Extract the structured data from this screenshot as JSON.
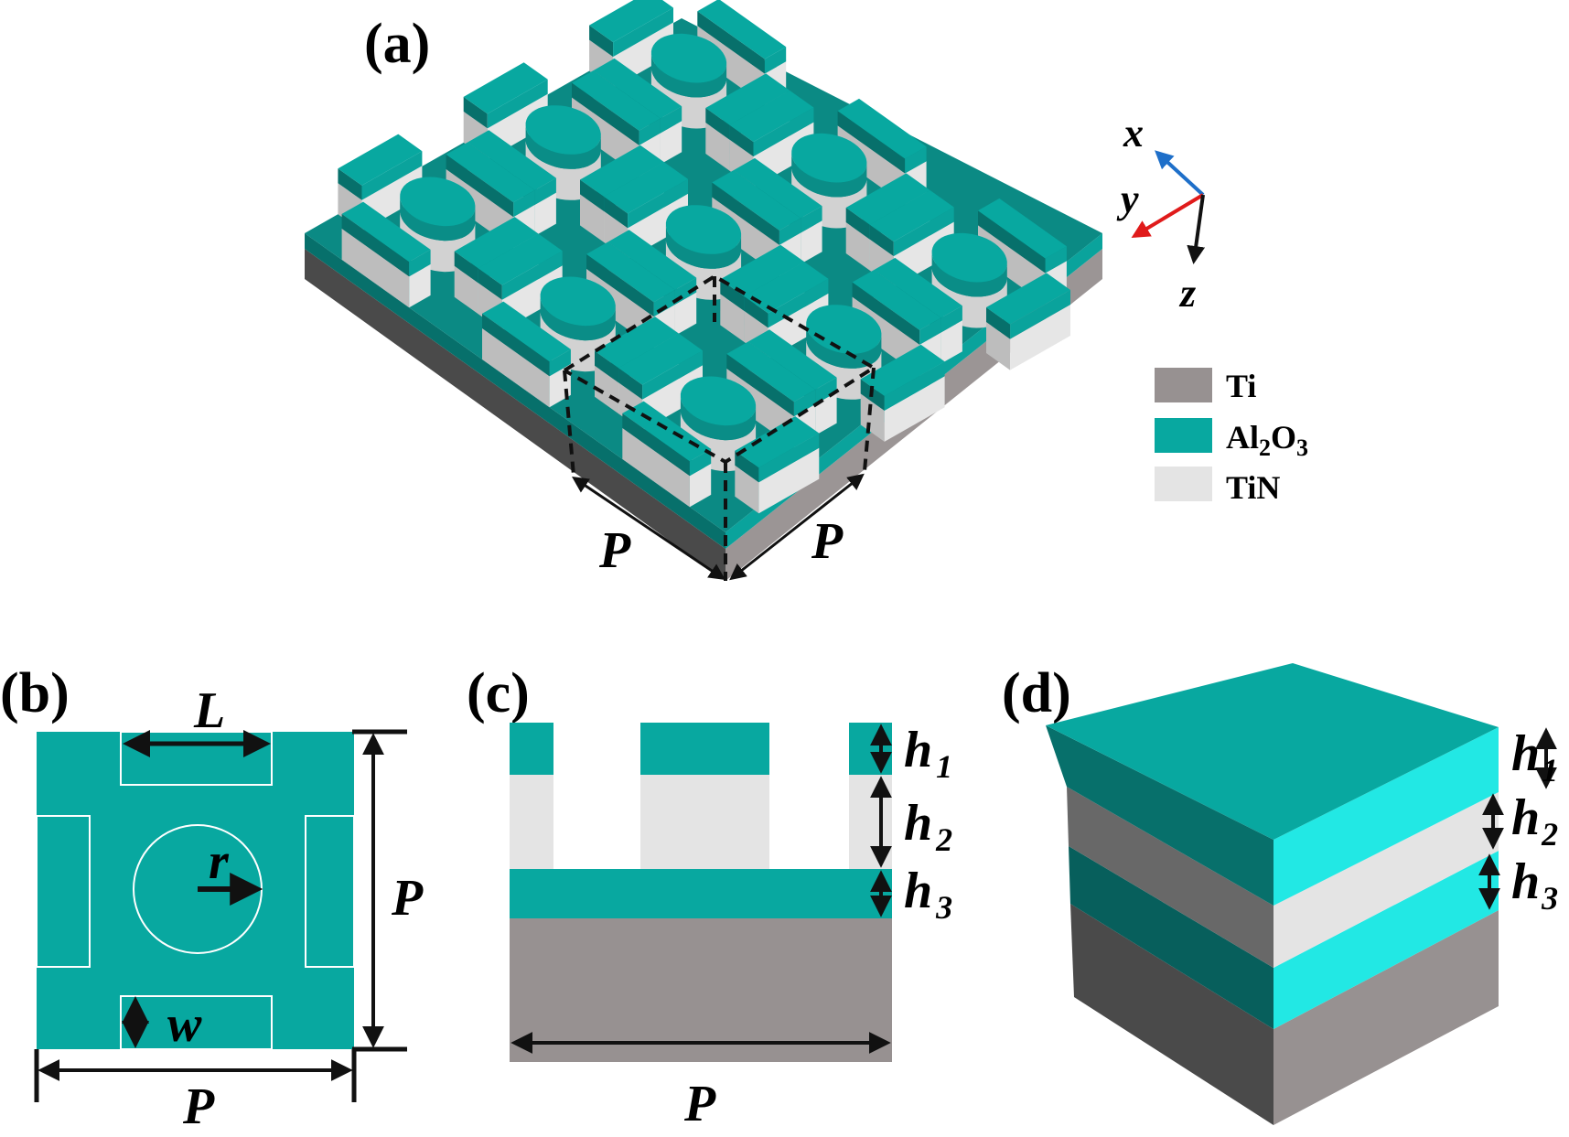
{
  "colors": {
    "al2o3": "#08a8a0",
    "al2o3_top": "#0b8a84",
    "al2o3_side": "#07706b",
    "al2o3_bright": "#22e8e4",
    "al2o3_dark": "#075f5c",
    "tin": "#e4e4e4",
    "tin_shade": "#bdbdbd",
    "ti": "#979191",
    "ti_dark": "#4a4a4a",
    "ti_mid": "#686868",
    "axis_x": "#1e6fc9",
    "axis_y": "#e01b1b",
    "axis_z": "#111111"
  },
  "panels": {
    "a": {
      "label": "(a)",
      "period_left": "P",
      "period_right": "P"
    },
    "b": {
      "label": "(b)",
      "L": "L",
      "r": "r",
      "w": "w",
      "P_right": "P",
      "P_bottom": "P"
    },
    "c": {
      "label": "(c)",
      "h1": "h",
      "h1_sub": "1",
      "h2": "h",
      "h2_sub": "2",
      "h3": "h",
      "h3_sub": "3",
      "P": "P"
    },
    "d": {
      "label": "(d)",
      "h1": "h",
      "h1_sub": "1",
      "h2": "h",
      "h2_sub": "2",
      "h3": "h",
      "h3_sub": "3"
    }
  },
  "axes": {
    "x": "x",
    "y": "y",
    "z": "z"
  },
  "legend": [
    {
      "label": "Ti",
      "color_key": "ti"
    },
    {
      "label": "Al",
      "sub1": "2",
      "mid": "O",
      "sub2": "3",
      "color_key": "al2o3"
    },
    {
      "label": "TiN",
      "color_key": "tin"
    }
  ]
}
